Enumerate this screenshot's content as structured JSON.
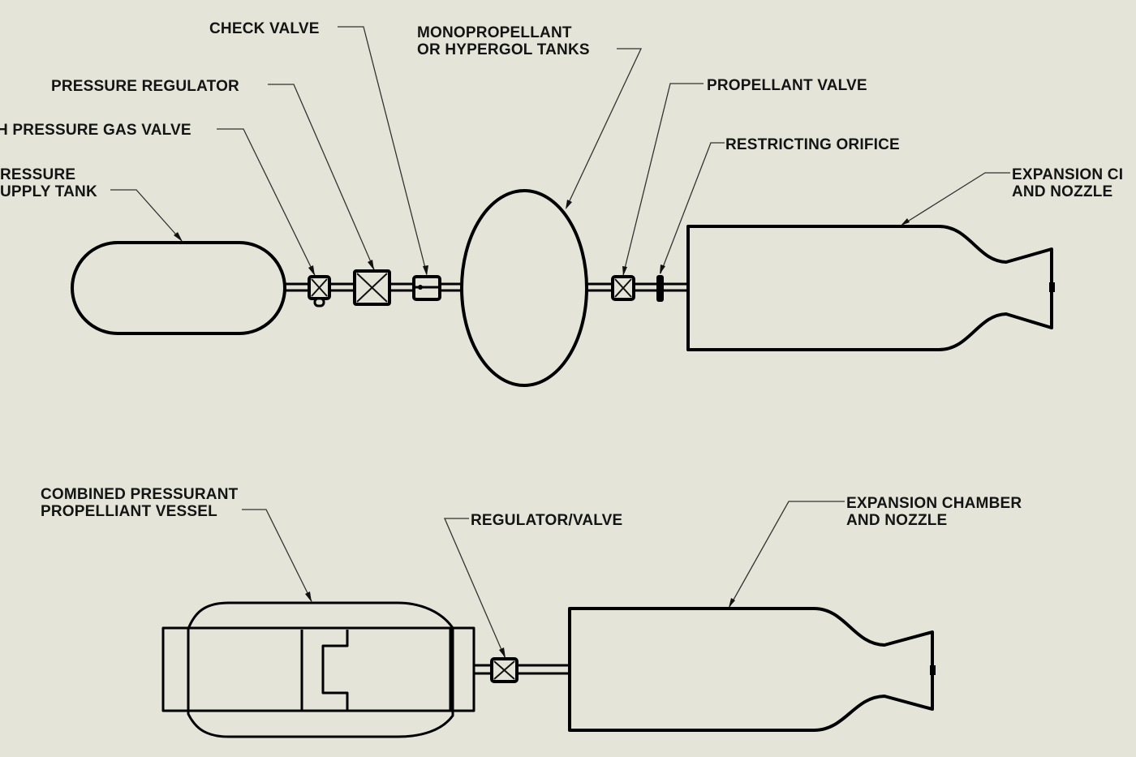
{
  "diagram": {
    "title": "Pressure-fed propulsion system schematics",
    "top_system": {
      "labels": {
        "check_valve": "CHECK VALVE",
        "pressure_regulator": "PRESSURE REGULATOR",
        "high_pressure_gas_valve": "H PRESSURE GAS VALVE",
        "pressure_supply_tank_line1": "RESSURE",
        "pressure_supply_tank_line2": "UPPLY TANK",
        "mono_tanks_line1": "MONOPROPELLANT",
        "mono_tanks_line2": "OR HYPERGOL TANKS",
        "propellant_valve": "PROPELLANT VALVE",
        "restricting_orifice": "RESTRICTING ORIFICE",
        "expansion_line1": "EXPANSION CI",
        "expansion_line2": "AND NOZZLE"
      },
      "components": [
        "pressure-supply-tank",
        "high-pressure-gas-valve",
        "pressure-regulator",
        "check-valve",
        "propellant-tank",
        "propellant-valve",
        "restricting-orifice",
        "expansion-chamber-and-nozzle"
      ]
    },
    "bottom_system": {
      "labels": {
        "vessel_line1": "COMBINED PRESSURANT",
        "vessel_line2": "PROPELLIANT VESSEL",
        "regulator_valve": "REGULATOR/VALVE",
        "expansion_line1": "EXPANSION CHAMBER",
        "expansion_line2": "AND NOZZLE"
      },
      "components": [
        "combined-pressurant-propellant-vessel",
        "regulator-valve",
        "expansion-chamber-and-nozzle"
      ]
    },
    "colors": {
      "background": "#e4e4d9",
      "line": "#000000",
      "text": "#141414"
    }
  }
}
